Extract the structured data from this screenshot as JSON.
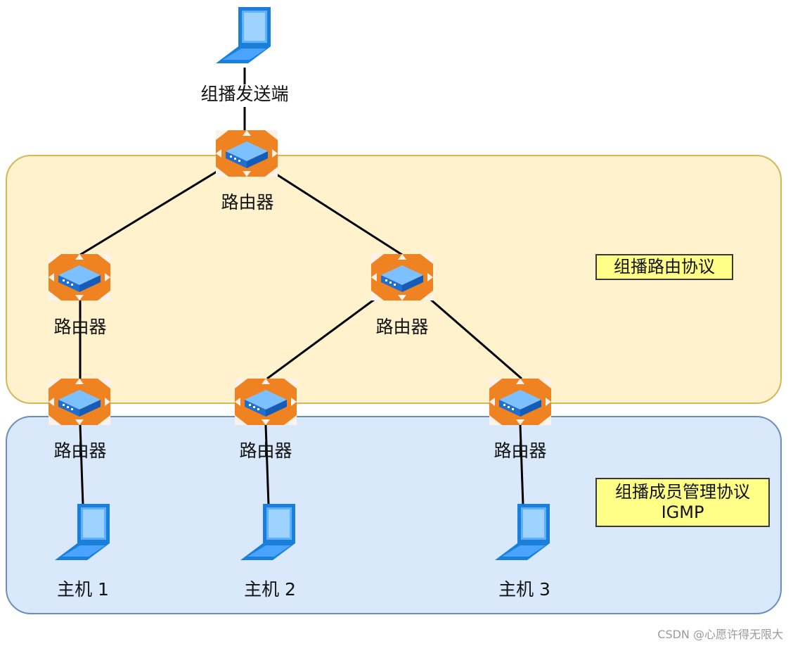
{
  "sender": {
    "label": "组播发送端",
    "icon": "laptop-icon"
  },
  "routers": [
    {
      "id": "r-top",
      "label": "路由器"
    },
    {
      "id": "r-mid-left",
      "label": "路由器"
    },
    {
      "id": "r-mid-right",
      "label": "路由器"
    },
    {
      "id": "r-bottom-1",
      "label": "路由器"
    },
    {
      "id": "r-bottom-2",
      "label": "路由器"
    },
    {
      "id": "r-bottom-3",
      "label": "路由器"
    }
  ],
  "hosts": [
    {
      "id": "host-1",
      "label": "主机 1",
      "icon": "laptop-icon"
    },
    {
      "id": "host-2",
      "label": "主机 2",
      "icon": "laptop-icon"
    },
    {
      "id": "host-3",
      "label": "主机 3",
      "icon": "laptop-icon"
    }
  ],
  "notes": {
    "routing_protocol": "组播路由协议",
    "membership_protocol_line1": "组播成员管理协议",
    "membership_protocol_line2": "IGMP"
  },
  "watermark": "CSDN @心愿许得无限大",
  "colors": {
    "routing_region_fill": "#fff2cc",
    "routing_region_border": "#d6b656",
    "membership_region_fill": "#dae8fc",
    "membership_region_border": "#6c8ebf",
    "router_orange": "#f08321",
    "device_blue": "#1a7fd8",
    "note_fill": "#ffff88"
  }
}
